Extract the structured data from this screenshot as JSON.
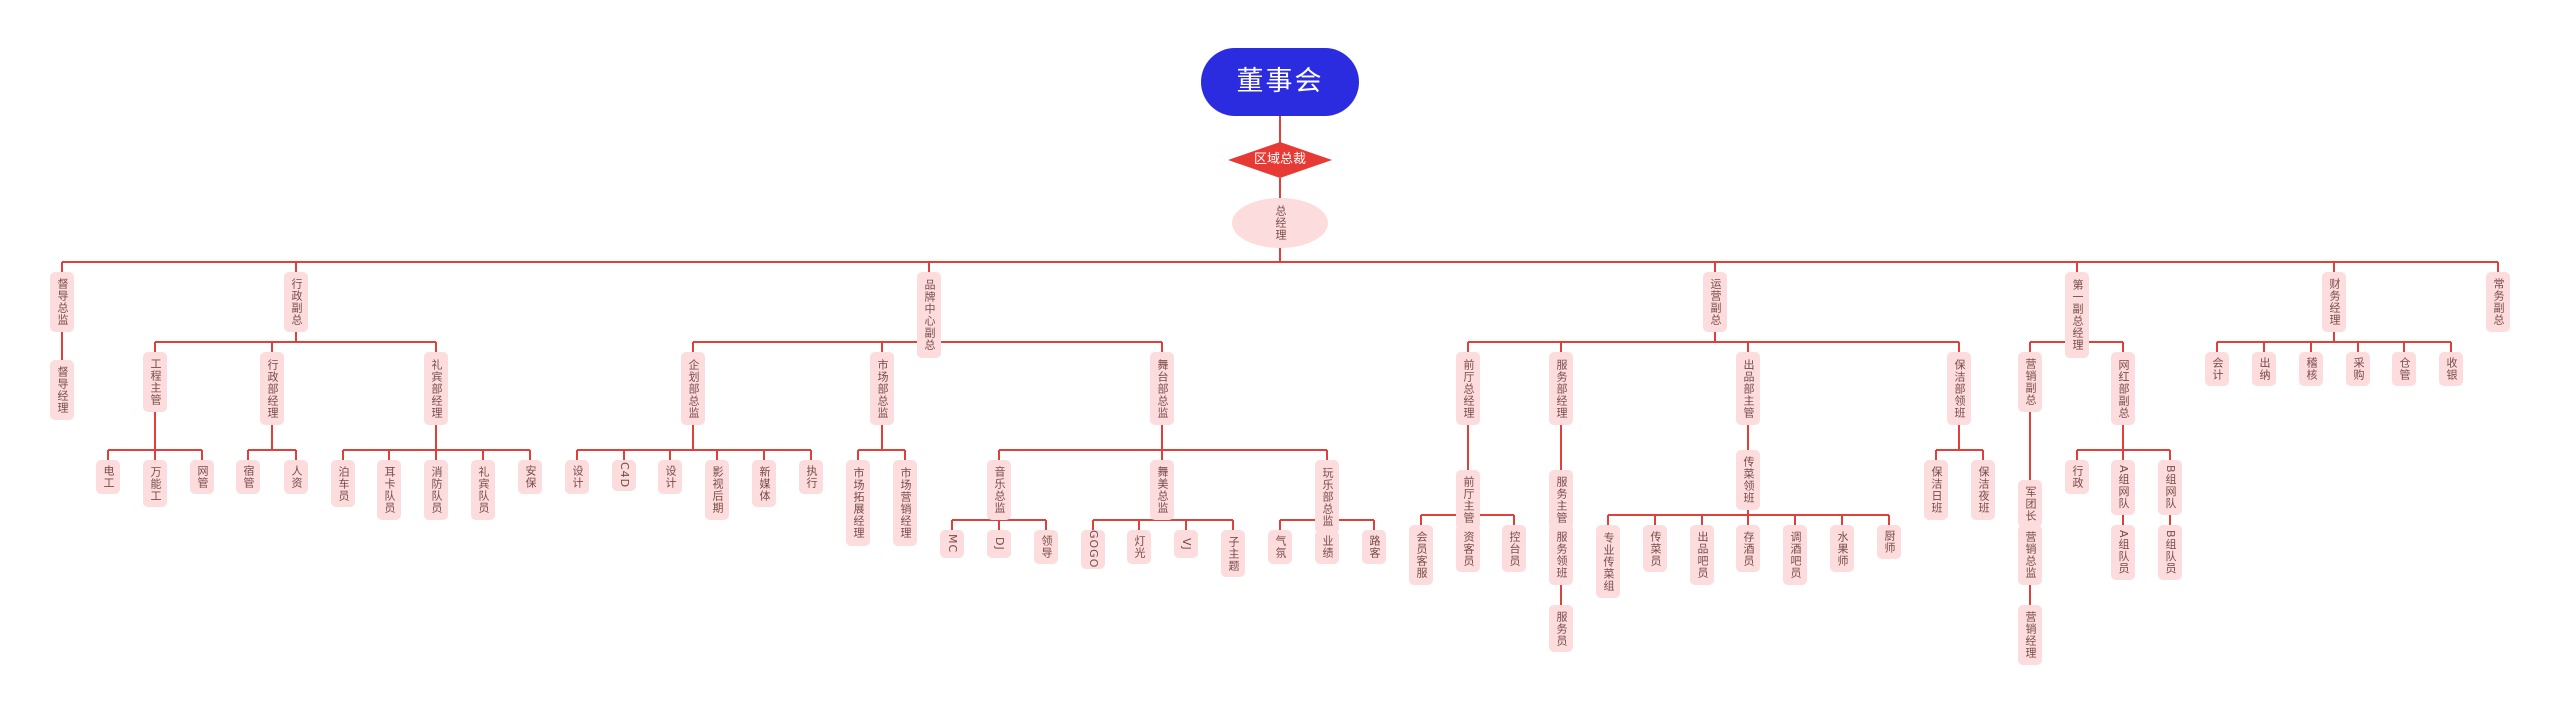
{
  "colors": {
    "line": "#e0403a",
    "node_fill": "#fcdcdc",
    "node_text": "#7a4a4a",
    "root_fill": "#2b2be0",
    "diamond_fill": "#e83a34"
  },
  "root": {
    "label": "董事会",
    "children": [
      {
        "label": "区域总裁",
        "children": [
          {
            "label": "总经理",
            "children": [
              {
                "label": "督导总监",
                "children": [
                  {
                    "label": "督导经理"
                  }
                ]
              },
              {
                "label": "行政副总",
                "children": [
                  {
                    "label": "工程主管",
                    "children": [
                      {
                        "label": "电工"
                      },
                      {
                        "label": "万能工"
                      },
                      {
                        "label": "网管"
                      }
                    ]
                  },
                  {
                    "label": "行政部经理",
                    "children": [
                      {
                        "label": "宿管"
                      },
                      {
                        "label": "人资"
                      }
                    ]
                  },
                  {
                    "label": "礼宾部经理",
                    "children": [
                      {
                        "label": "泊车员"
                      },
                      {
                        "label": "耳卡队员"
                      },
                      {
                        "label": "消防队员"
                      },
                      {
                        "label": "礼宾队员"
                      },
                      {
                        "label": "安保"
                      }
                    ]
                  }
                ]
              },
              {
                "label": "品牌中心副总",
                "children": [
                  {
                    "label": "企划部总监",
                    "children": [
                      {
                        "label": "设计"
                      },
                      {
                        "label": "C4D"
                      },
                      {
                        "label": "设计"
                      },
                      {
                        "label": "影视后期"
                      },
                      {
                        "label": "新媒体"
                      },
                      {
                        "label": "执行"
                      }
                    ]
                  },
                  {
                    "label": "市场部总监",
                    "children": [
                      {
                        "label": "市场拓展经理"
                      },
                      {
                        "label": "市场营销经理"
                      }
                    ]
                  },
                  {
                    "label": "舞台部总监",
                    "children": [
                      {
                        "label": "音乐总监",
                        "children": [
                          {
                            "label": "MC"
                          },
                          {
                            "label": "DJ"
                          },
                          {
                            "label": "领导"
                          }
                        ]
                      },
                      {
                        "label": "舞美总监",
                        "children": [
                          {
                            "label": "GOGO"
                          },
                          {
                            "label": "灯光"
                          },
                          {
                            "label": "VJ"
                          },
                          {
                            "label": "子主题"
                          }
                        ]
                      },
                      {
                        "label": "玩乐部总监",
                        "children": [
                          {
                            "label": "气氛"
                          },
                          {
                            "label": "业绩"
                          },
                          {
                            "label": "路客"
                          }
                        ]
                      }
                    ]
                  }
                ]
              },
              {
                "label": "运营副总",
                "children": [
                  {
                    "label": "前厅总经理",
                    "children": [
                      {
                        "label": "前厅主管",
                        "children": [
                          {
                            "label": "会员客服"
                          },
                          {
                            "label": "资客员"
                          },
                          {
                            "label": "控台员"
                          }
                        ]
                      }
                    ]
                  },
                  {
                    "label": "服务部经理",
                    "children": [
                      {
                        "label": "服务主管",
                        "children": [
                          {
                            "label": "服务领班",
                            "children": [
                              {
                                "label": "服务员"
                              }
                            ]
                          }
                        ]
                      }
                    ]
                  },
                  {
                    "label": "出品部主管",
                    "children": [
                      {
                        "label": "传菜领班",
                        "children": [
                          {
                            "label": "专业传菜组"
                          },
                          {
                            "label": "传菜员"
                          },
                          {
                            "label": "出品吧员"
                          },
                          {
                            "label": "存酒员"
                          },
                          {
                            "label": "调酒吧员"
                          },
                          {
                            "label": "水果师"
                          },
                          {
                            "label": "厨师"
                          }
                        ]
                      }
                    ]
                  },
                  {
                    "label": "保洁部领班",
                    "children": [
                      {
                        "label": "保洁日班"
                      },
                      {
                        "label": "保洁夜班"
                      }
                    ]
                  }
                ]
              },
              {
                "label": "第一副总经理",
                "children": [
                  {
                    "label": "营销副总",
                    "children": [
                      {
                        "label": "军团长",
                        "children": [
                          {
                            "label": "营销总监",
                            "children": [
                              {
                                "label": "营销经理"
                              }
                            ]
                          }
                        ]
                      }
                    ]
                  },
                  {
                    "label": "网红部副总",
                    "children": [
                      {
                        "label": "行政"
                      },
                      {
                        "label": "A组网队",
                        "children": [
                          {
                            "label": "A组队员"
                          }
                        ]
                      },
                      {
                        "label": "B组网队",
                        "children": [
                          {
                            "label": "B组队员"
                          }
                        ]
                      }
                    ]
                  }
                ]
              },
              {
                "label": "财务经理",
                "children": [
                  {
                    "label": "会计"
                  },
                  {
                    "label": "出纳"
                  },
                  {
                    "label": "稽核"
                  },
                  {
                    "label": "采购"
                  },
                  {
                    "label": "仓管"
                  },
                  {
                    "label": "收银"
                  }
                ]
              },
              {
                "label": "常务副总"
              }
            ]
          }
        ]
      }
    ]
  }
}
